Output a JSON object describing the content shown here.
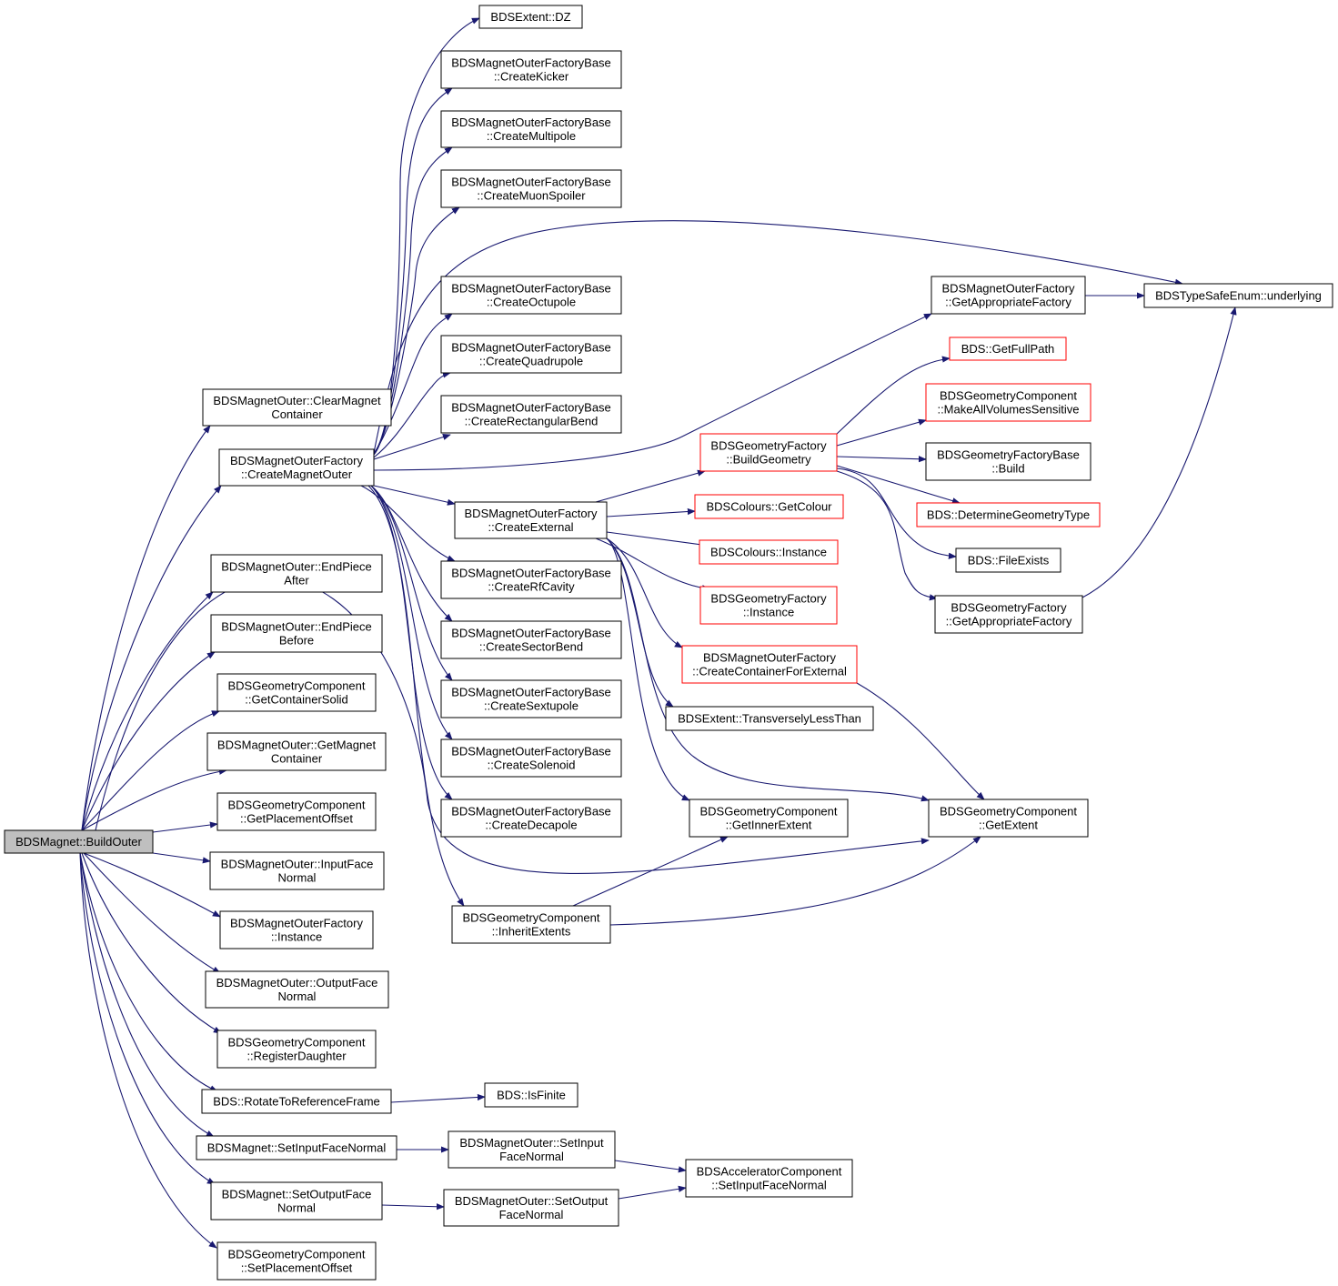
{
  "colors": {
    "edge": "#191970",
    "node_border": "#000000",
    "node_border_truncated": "#ff0000",
    "root_fill": "#bfbfbf",
    "node_fill": "#ffffff"
  },
  "nodes": [
    {
      "id": "root",
      "lines": [
        "BDSMagnet::BuildOuter"
      ],
      "style": "root"
    },
    {
      "id": "clearmag",
      "lines": [
        "BDSMagnetOuter::ClearMagnet",
        "Container"
      ]
    },
    {
      "id": "cmo",
      "lines": [
        "BDSMagnetOuterFactory",
        "::CreateMagnetOuter"
      ]
    },
    {
      "id": "endafter",
      "lines": [
        "BDSMagnetOuter::EndPiece",
        "After"
      ]
    },
    {
      "id": "endbefore",
      "lines": [
        "BDSMagnetOuter::EndPiece",
        "Before"
      ]
    },
    {
      "id": "gcs",
      "lines": [
        "BDSGeometryComponent",
        "::GetContainerSolid"
      ]
    },
    {
      "id": "gmc",
      "lines": [
        "BDSMagnetOuter::GetMagnet",
        "Container"
      ]
    },
    {
      "id": "gpo",
      "lines": [
        "BDSGeometryComponent",
        "::GetPlacementOffset"
      ]
    },
    {
      "id": "ifn",
      "lines": [
        "BDSMagnetOuter::InputFace",
        "Normal"
      ]
    },
    {
      "id": "mofinst",
      "lines": [
        "BDSMagnetOuterFactory",
        "::Instance"
      ]
    },
    {
      "id": "ofn",
      "lines": [
        "BDSMagnetOuter::OutputFace",
        "Normal"
      ]
    },
    {
      "id": "regd",
      "lines": [
        "BDSGeometryComponent",
        "::RegisterDaughter"
      ]
    },
    {
      "id": "rotref",
      "lines": [
        "BDS::RotateToReferenceFrame"
      ]
    },
    {
      "id": "setifn",
      "lines": [
        "BDSMagnet::SetInputFaceNormal"
      ]
    },
    {
      "id": "setofn",
      "lines": [
        "BDSMagnet::SetOutputFace",
        "Normal"
      ]
    },
    {
      "id": "setpo",
      "lines": [
        "BDSGeometryComponent",
        "::SetPlacementOffset"
      ]
    },
    {
      "id": "dz",
      "lines": [
        "BDSExtent::DZ"
      ]
    },
    {
      "id": "kicker",
      "lines": [
        "BDSMagnetOuterFactoryBase",
        "::CreateKicker"
      ]
    },
    {
      "id": "multipole",
      "lines": [
        "BDSMagnetOuterFactoryBase",
        "::CreateMultipole"
      ]
    },
    {
      "id": "muon",
      "lines": [
        "BDSMagnetOuterFactoryBase",
        "::CreateMuonSpoiler"
      ]
    },
    {
      "id": "octupole",
      "lines": [
        "BDSMagnetOuterFactoryBase",
        "::CreateOctupole"
      ]
    },
    {
      "id": "quadrupole",
      "lines": [
        "BDSMagnetOuterFactoryBase",
        "::CreateQuadrupole"
      ]
    },
    {
      "id": "rectbend",
      "lines": [
        "BDSMagnetOuterFactoryBase",
        "::CreateRectangularBend"
      ]
    },
    {
      "id": "external",
      "lines": [
        "BDSMagnetOuterFactory",
        "::CreateExternal"
      ]
    },
    {
      "id": "rfcavity",
      "lines": [
        "BDSMagnetOuterFactoryBase",
        "::CreateRfCavity"
      ]
    },
    {
      "id": "sectorbend",
      "lines": [
        "BDSMagnetOuterFactoryBase",
        "::CreateSectorBend"
      ]
    },
    {
      "id": "sextupole",
      "lines": [
        "BDSMagnetOuterFactoryBase",
        "::CreateSextupole"
      ]
    },
    {
      "id": "solenoid",
      "lines": [
        "BDSMagnetOuterFactoryBase",
        "::CreateSolenoid"
      ]
    },
    {
      "id": "decapole",
      "lines": [
        "BDSMagnetOuterFactoryBase",
        "::CreateDecapole"
      ]
    },
    {
      "id": "inherit",
      "lines": [
        "BDSGeometryComponent",
        "::InheritExtents"
      ]
    },
    {
      "id": "isfinite",
      "lines": [
        "BDS::IsFinite"
      ]
    },
    {
      "id": "mosetinput",
      "lines": [
        "BDSMagnetOuter::SetInput",
        "FaceNormal"
      ]
    },
    {
      "id": "mosetoutput",
      "lines": [
        "BDSMagnetOuter::SetOutput",
        "FaceNormal"
      ]
    },
    {
      "id": "accsetinput",
      "lines": [
        "BDSAcceleratorComponent",
        "::SetInputFaceNormal"
      ]
    },
    {
      "id": "buildgeom",
      "lines": [
        "BDSGeometryFactory",
        "::BuildGeometry"
      ],
      "style": "truncated"
    },
    {
      "id": "getcolour",
      "lines": [
        "BDSColours::GetColour"
      ],
      "style": "truncated"
    },
    {
      "id": "colinst",
      "lines": [
        "BDSColours::Instance"
      ],
      "style": "truncated"
    },
    {
      "id": "gfinst",
      "lines": [
        "BDSGeometryFactory",
        "::Instance"
      ],
      "style": "truncated"
    },
    {
      "id": "contforext",
      "lines": [
        "BDSMagnetOuterFactory",
        "::CreateContainerForExternal"
      ],
      "style": "truncated"
    },
    {
      "id": "transless",
      "lines": [
        "BDSExtent::TransverselyLessThan"
      ]
    },
    {
      "id": "innerext",
      "lines": [
        "BDSGeometryComponent",
        "::GetInnerExtent"
      ]
    },
    {
      "id": "getext",
      "lines": [
        "BDSGeometryComponent",
        "::GetExtent"
      ]
    },
    {
      "id": "mofappr",
      "lines": [
        "BDSMagnetOuterFactory",
        "::GetAppropriateFactory"
      ]
    },
    {
      "id": "tseunder",
      "lines": [
        "BDSTypeSafeEnum::underlying"
      ]
    },
    {
      "id": "fullpath",
      "lines": [
        "BDS::GetFullPath"
      ],
      "style": "truncated"
    },
    {
      "id": "makesens",
      "lines": [
        "BDSGeometryComponent",
        "::MakeAllVolumesSensitive"
      ],
      "style": "truncated"
    },
    {
      "id": "gfbbuild",
      "lines": [
        "BDSGeometryFactoryBase",
        "::Build"
      ]
    },
    {
      "id": "detgeomtype",
      "lines": [
        "BDS::DetermineGeometryType"
      ],
      "style": "truncated"
    },
    {
      "id": "fileexists",
      "lines": [
        "BDS::FileExists"
      ]
    },
    {
      "id": "gfappr",
      "lines": [
        "BDSGeometryFactory",
        "::GetAppropriateFactory"
      ]
    }
  ]
}
